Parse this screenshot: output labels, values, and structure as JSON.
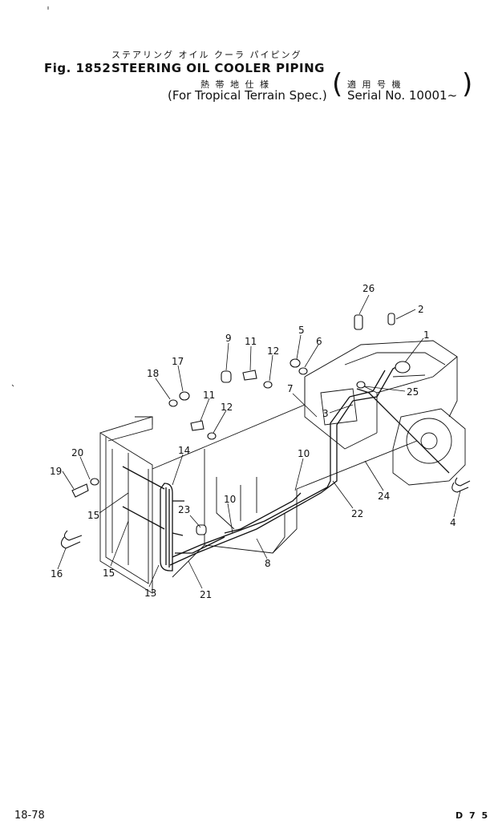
{
  "header": {
    "jp_title": "ステアリング オイル クーラ パイピング",
    "fig_label": "Fig. 1852",
    "title": "STEERING OIL COOLER PIPING",
    "jp_spec": "熱 帯 地 仕 様",
    "spec": "(For Tropical Terrain Spec.)",
    "jp_serial": "適 用 号 機",
    "serial": "Serial No. 10001~"
  },
  "callouts": [
    "26",
    "2",
    "1",
    "9",
    "11",
    "12",
    "5",
    "6",
    "17",
    "18",
    "11",
    "12",
    "7",
    "25",
    "3",
    "20",
    "19",
    "14",
    "10",
    "10",
    "24",
    "22",
    "15",
    "23",
    "15",
    "16",
    "13",
    "21",
    "8",
    "4"
  ],
  "footer": {
    "page": "18-78",
    "model": "D 7 5"
  }
}
